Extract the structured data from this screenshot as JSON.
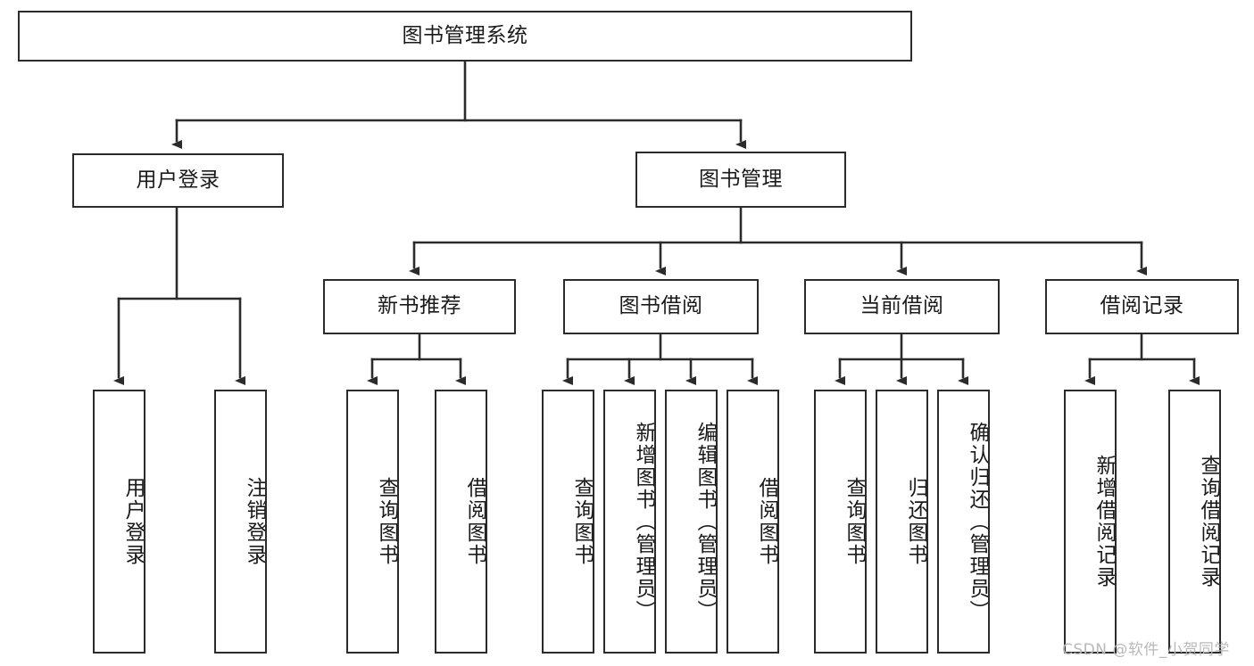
{
  "diagram": {
    "title": "图书管理系统",
    "type": "tree-hierarchy-chart",
    "orientation": "top-down",
    "line_color": "#2b2b2b",
    "box_fill": "#ffffff",
    "text_color": "#1a1a1a"
  },
  "nodes": {
    "root": {
      "label": "图书管理系统"
    },
    "level2": [
      {
        "id": "user-login",
        "label": "用户登录"
      },
      {
        "id": "book-management",
        "label": "图书管理"
      }
    ],
    "level3": [
      {
        "id": "new-book-recommend",
        "label": "新书推荐"
      },
      {
        "id": "book-borrow",
        "label": "图书借阅"
      },
      {
        "id": "current-borrow",
        "label": "当前借阅"
      },
      {
        "id": "borrow-record",
        "label": "借阅记录"
      }
    ],
    "leaves": {
      "user-login": [
        {
          "id": "leaf-user-login",
          "label": "用户登录"
        },
        {
          "id": "leaf-logout-login",
          "label": "注销登录"
        }
      ],
      "new-book-recommend": [
        {
          "id": "leaf-query-book-1",
          "label": "查询图书"
        },
        {
          "id": "leaf-borrow-book-1",
          "label": "借阅图书"
        }
      ],
      "book-borrow": [
        {
          "id": "leaf-query-book-2",
          "label": "查询图书"
        },
        {
          "id": "leaf-add-book",
          "label": "新增图书（管理员）"
        },
        {
          "id": "leaf-edit-book",
          "label": "编辑图书（管理员）"
        },
        {
          "id": "leaf-borrow-book-2",
          "label": "借阅图书"
        }
      ],
      "current-borrow": [
        {
          "id": "leaf-query-book-3",
          "label": "查询图书"
        },
        {
          "id": "leaf-return-book",
          "label": "归还图书"
        },
        {
          "id": "leaf-confirm-return",
          "label": "确认归还（管理员）"
        }
      ],
      "borrow-record": [
        {
          "id": "leaf-add-record",
          "label": "新增借阅记录"
        },
        {
          "id": "leaf-query-record",
          "label": "查询借阅记录"
        }
      ]
    }
  },
  "watermark": {
    "text": "CSDN @软件_小贺同学"
  }
}
